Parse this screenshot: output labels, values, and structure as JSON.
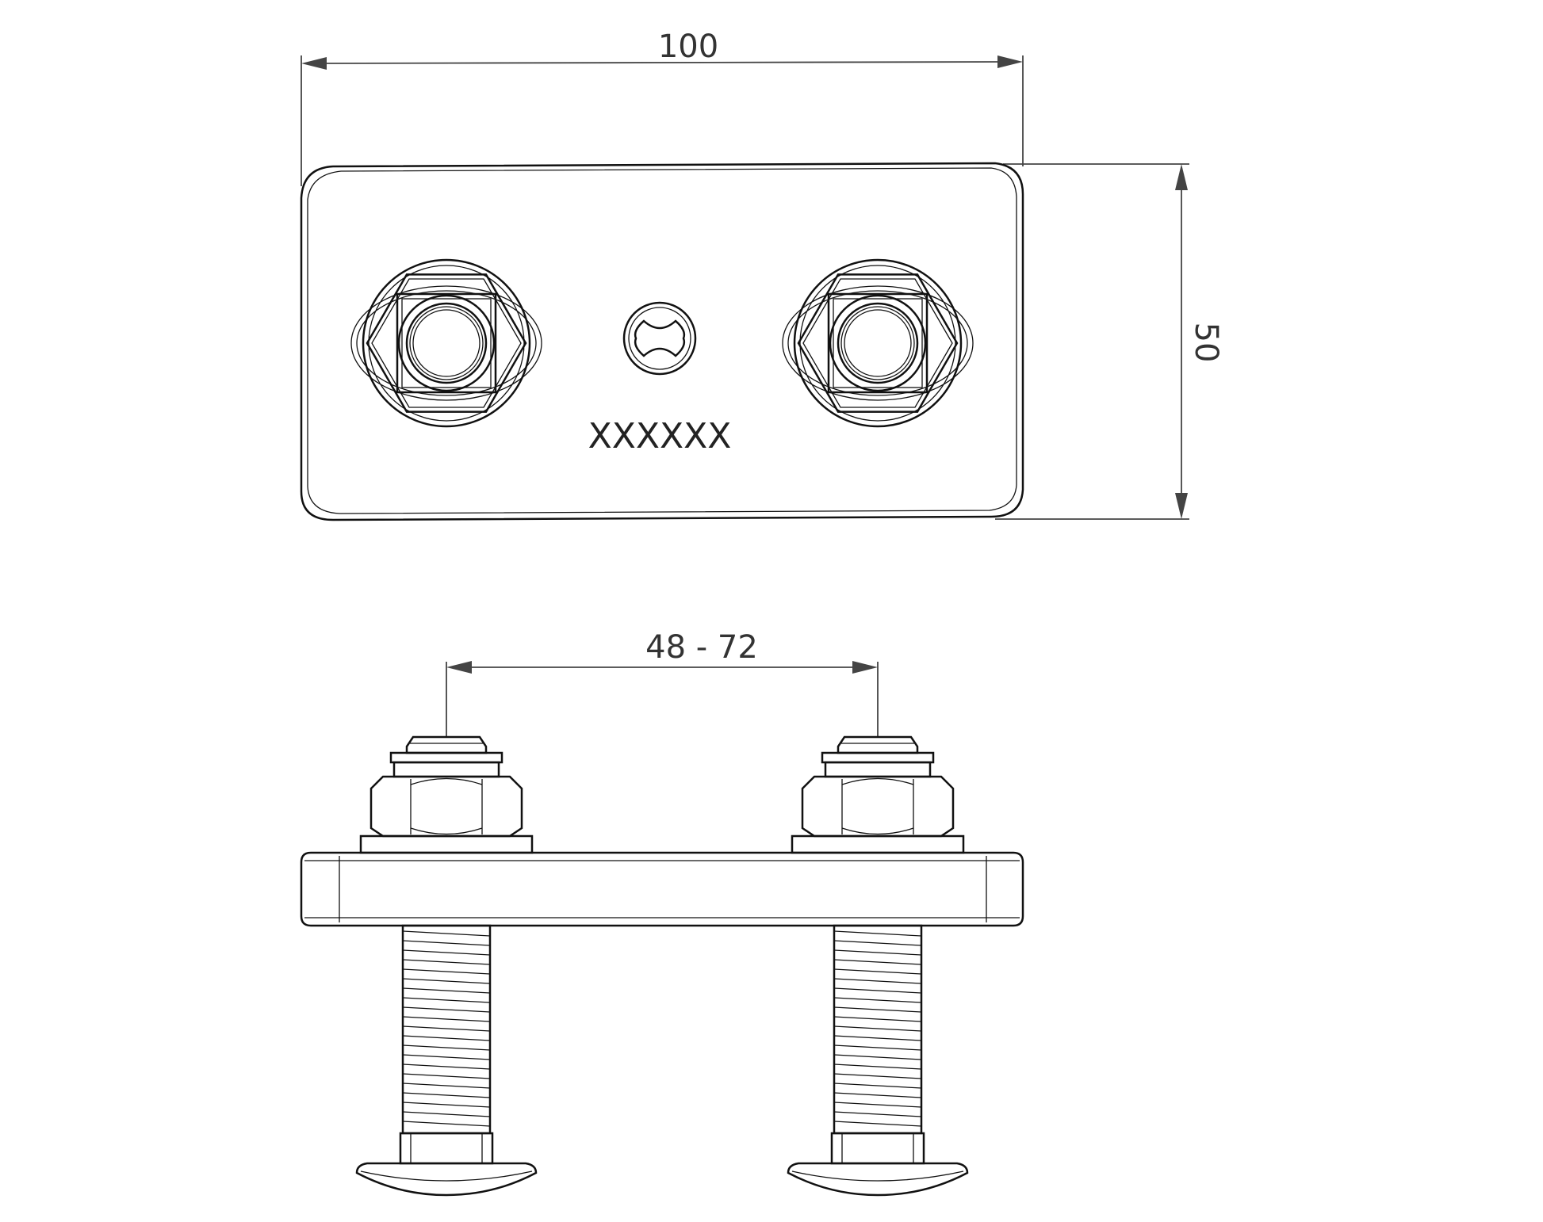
{
  "dimensions": {
    "width": "100",
    "height": "50",
    "bolt_spacing": "48 - 72"
  },
  "plate": {
    "marking": "XXXXXX"
  },
  "colors": {
    "line": "#111111",
    "dimension": "#444444",
    "background": "#ffffff"
  }
}
